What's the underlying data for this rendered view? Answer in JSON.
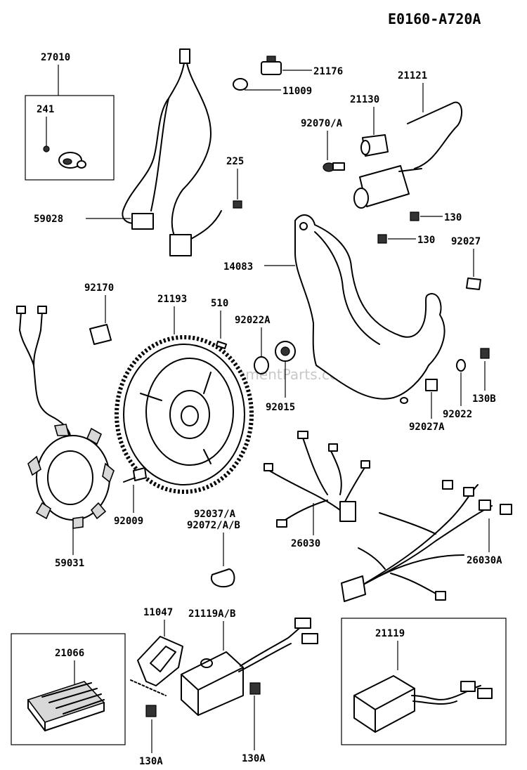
{
  "diagram_code": "E0160-A720A",
  "watermark": "eReplacementParts.com",
  "callouts": {
    "p27010": "27010",
    "p241": "241",
    "p59028": "59028",
    "p225": "225",
    "p21176": "21176",
    "p11009": "11009",
    "p21130": "21130",
    "p21121": "21121",
    "p92070": "92070/A",
    "p130a": "130",
    "p130b": "130",
    "p92027": "92027",
    "p14083": "14083",
    "p92170": "92170",
    "p21193": "21193",
    "p510": "510",
    "p92022A": "92022A",
    "p92015": "92015",
    "p130B": "130B",
    "p92022": "92022",
    "p92027A": "92027A",
    "p92009": "92009",
    "p59031": "59031",
    "p92037": "92037/A",
    "p92072": "92072/A/B",
    "p26030": "26030",
    "p26030A": "26030A",
    "p11047": "11047",
    "p21119AB": "21119A/B",
    "p21119": "21119",
    "p21066": "21066",
    "p130A_1": "130A",
    "p130A_2": "130A"
  }
}
